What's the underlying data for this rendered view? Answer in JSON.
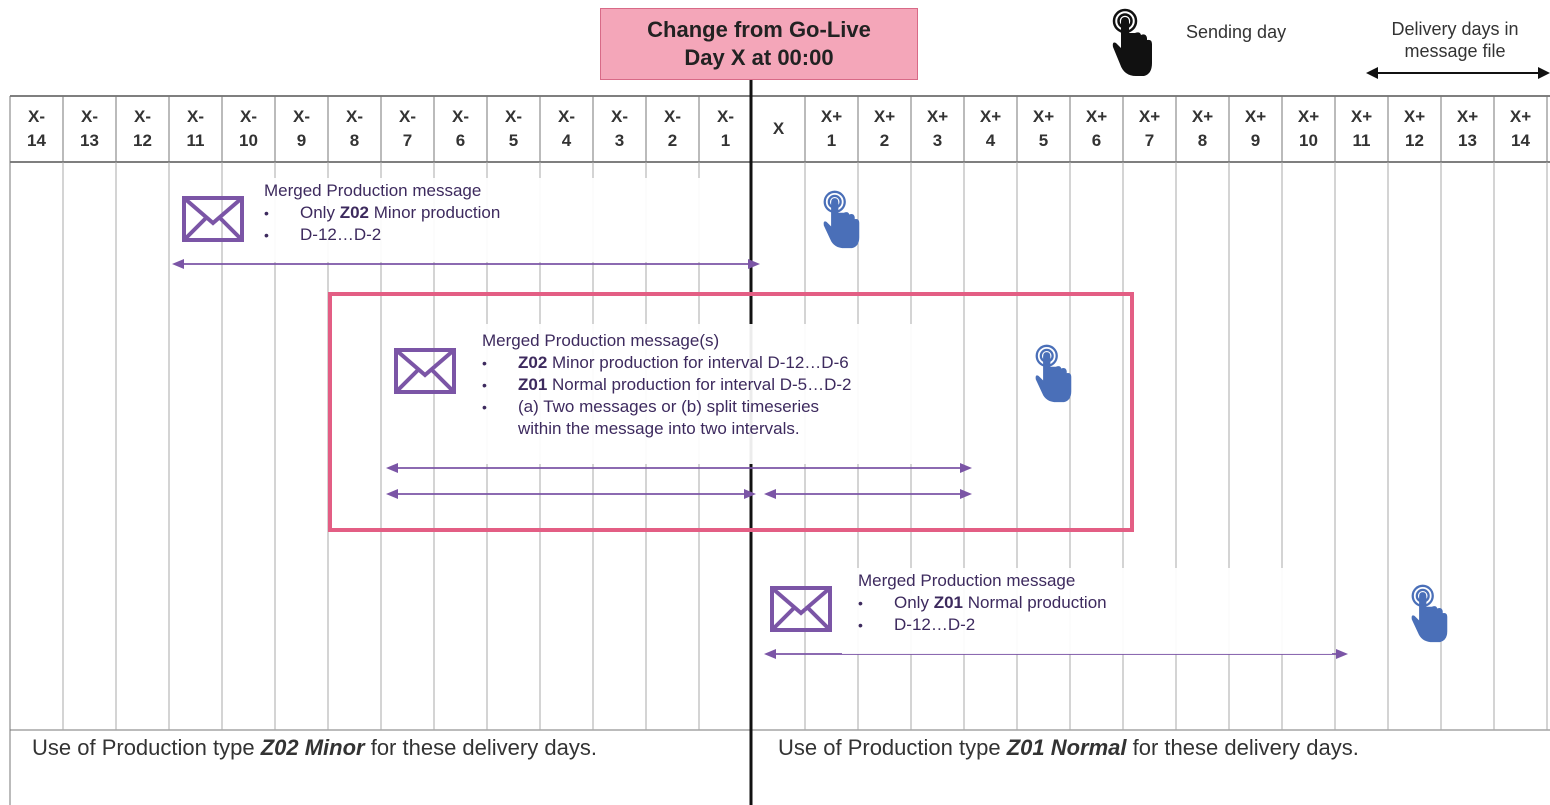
{
  "header": {
    "golive_line1": "Change from Go-Live",
    "golive_line2": "Day X at 00:00",
    "legend_sending": "Sending day",
    "legend_delivery": "Delivery days in message file"
  },
  "days": [
    {
      "l1": "X-",
      "l2": "14"
    },
    {
      "l1": "X-",
      "l2": "13"
    },
    {
      "l1": "X-",
      "l2": "12"
    },
    {
      "l1": "X-",
      "l2": "11"
    },
    {
      "l1": "X-",
      "l2": "10"
    },
    {
      "l1": "X-",
      "l2": "9"
    },
    {
      "l1": "X-",
      "l2": "8"
    },
    {
      "l1": "X-",
      "l2": "7"
    },
    {
      "l1": "X-",
      "l2": "6"
    },
    {
      "l1": "X-",
      "l2": "5"
    },
    {
      "l1": "X-",
      "l2": "4"
    },
    {
      "l1": "X-",
      "l2": "3"
    },
    {
      "l1": "X-",
      "l2": "2"
    },
    {
      "l1": "X-",
      "l2": "1"
    },
    {
      "l1": "X",
      "l2": ""
    },
    {
      "l1": "X+",
      "l2": "1"
    },
    {
      "l1": "X+",
      "l2": "2"
    },
    {
      "l1": "X+",
      "l2": "3"
    },
    {
      "l1": "X+",
      "l2": "4"
    },
    {
      "l1": "X+",
      "l2": "5"
    },
    {
      "l1": "X+",
      "l2": "6"
    },
    {
      "l1": "X+",
      "l2": "7"
    },
    {
      "l1": "X+",
      "l2": "8"
    },
    {
      "l1": "X+",
      "l2": "9"
    },
    {
      "l1": "X+",
      "l2": "10"
    },
    {
      "l1": "X+",
      "l2": "11"
    },
    {
      "l1": "X+",
      "l2": "12"
    },
    {
      "l1": "X+",
      "l2": "13"
    },
    {
      "l1": "X+",
      "l2": "14"
    }
  ],
  "msg1": {
    "title": "Merged Production message",
    "b1_pre": "Only ",
    "b1_code": "Z02",
    "b1_post": " Minor production",
    "b2": "D-12…D-2"
  },
  "msg2": {
    "title": "Merged Production message(s)",
    "b1_code": "Z02",
    "b1_post": " Minor production for interval D-12…D-6",
    "b2_code": "Z01",
    "b2_post": " Normal production for interval D-5…D-2",
    "b3_line1": "(a) Two messages or (b) split timeseries",
    "b3_line2": "within the message into two intervals."
  },
  "msg3": {
    "title": "Merged Production message",
    "b1_pre": "Only ",
    "b1_code": "Z01",
    "b1_post": " Normal production",
    "b2": "D-12…D-2"
  },
  "footer": {
    "left_pre": "Use of Production type ",
    "left_em": "Z02 Minor",
    "left_post": " for these delivery days.",
    "right_pre": "Use of Production type ",
    "right_em": "Z01 Normal",
    "right_post": " for these delivery days."
  },
  "colors": {
    "envelope": "#7b55a6",
    "arrow": "#7b55a6",
    "hand": "#4a6fb8",
    "highlight": "#e35e84",
    "golive_fill": "#f4a6b9"
  },
  "icons": {
    "message": "envelope-icon",
    "sending_day": "pointing-hand-icon"
  }
}
